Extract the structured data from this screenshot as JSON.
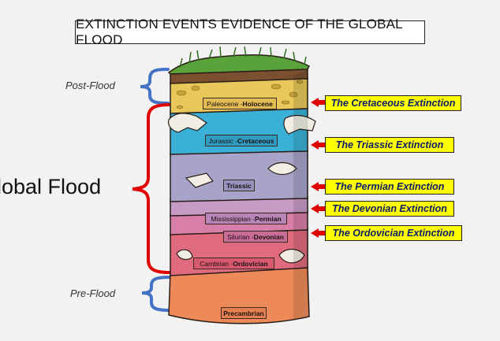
{
  "title": "EXTINCTION EVENTS EVIDENCE OF THE GLOBAL FLOOD",
  "labels": {
    "post_flood": "Post-Flood",
    "global_flood": "lobal Flood",
    "pre_flood": "Pre-Flood"
  },
  "extinctions": [
    "The Cretaceous Extinction",
    "The Triassic Extinction",
    "The Permian Extinction",
    "The Devonian Extinction",
    "The Ordovician Extinction"
  ],
  "layers": {
    "holocene": {
      "a": "Paleocene - ",
      "b": "Holocene"
    },
    "cretaceous": {
      "a": "Jurassic - ",
      "b": "Cretaceous"
    },
    "triassic": {
      "a": "",
      "b": "Triassic"
    },
    "permian": {
      "a": "Mississippian - ",
      "b": "Permian"
    },
    "devonian": {
      "a": "Silurian - ",
      "b": "Devonian"
    },
    "ordovician": {
      "a": "Cambrian - ",
      "b": "Ordovician"
    },
    "precambrian": {
      "a": "",
      "b": "Precambrian"
    }
  },
  "colors": {
    "bracket_blue": "#4472c4",
    "bracket_red": "#e00000",
    "arrow_red": "#e00000",
    "box_yellow": "#ffff00",
    "grass": "#5aa33a",
    "holocene": "#e8c85a",
    "cretaceous": "#3bb0d6",
    "triassic": "#a7a3c9",
    "permian": "#c79bc6",
    "devonian": "#d77fa8",
    "ordovician": "#e06a7e",
    "precambrian": "#ee8a5a"
  }
}
